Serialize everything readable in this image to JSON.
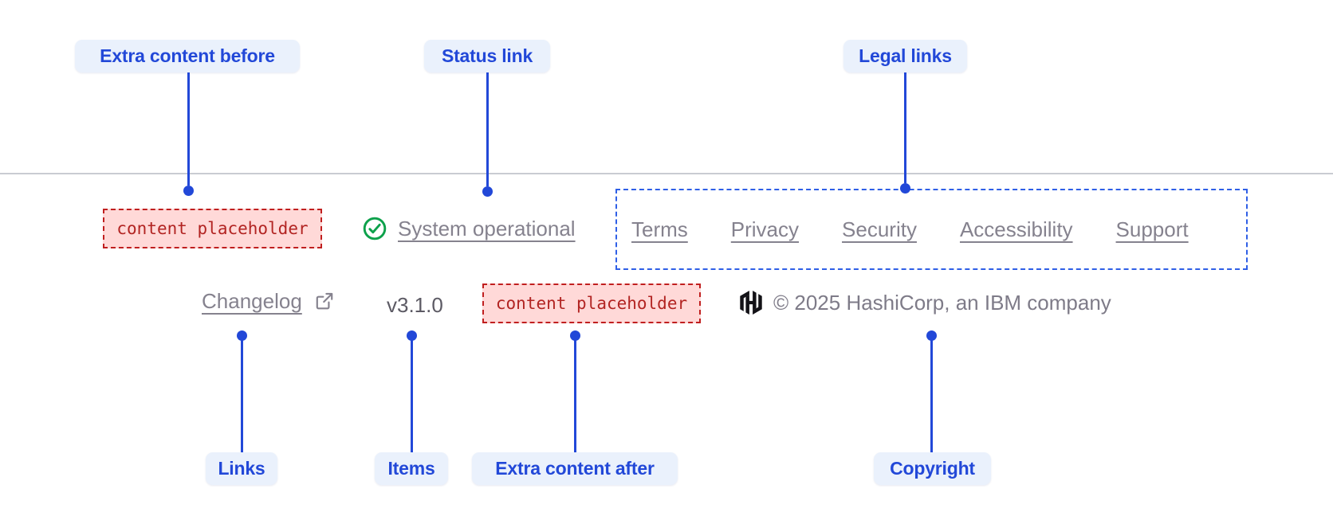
{
  "colors": {
    "accent": "#2248D8",
    "dashed_blue": "#2F5FE6",
    "label_bg": "#EAF1FC",
    "divider": "#C9CCD2",
    "link_gray": "#85828E",
    "version_gray": "#5C5A64",
    "copyright_gray": "#7E7B88",
    "red_border": "#C01F1F",
    "red_bg": "#FFD9D8",
    "red_text": "#B22422",
    "green": "#0DA14B",
    "logo_black": "#131217"
  },
  "annotations": {
    "extra_content_before": "Extra content before",
    "status_link": "Status link",
    "legal_links": "Legal links",
    "links": "Links",
    "items": "Items",
    "extra_content_after": "Extra content after",
    "copyright": "Copyright"
  },
  "footer": {
    "extra_before_placeholder": "content placeholder",
    "status": {
      "icon": "check-circle-icon",
      "label": "System operational"
    },
    "legal": {
      "links": [
        "Terms",
        "Privacy",
        "Security",
        "Accessibility",
        "Support"
      ]
    },
    "changelog": {
      "label": "Changelog",
      "icon": "external-link-icon"
    },
    "version": "v3.1.0",
    "extra_after_placeholder": "content placeholder",
    "copyright": {
      "logo": "hashicorp-logo-icon",
      "text": "© 2025 HashiCorp, an IBM company"
    }
  }
}
